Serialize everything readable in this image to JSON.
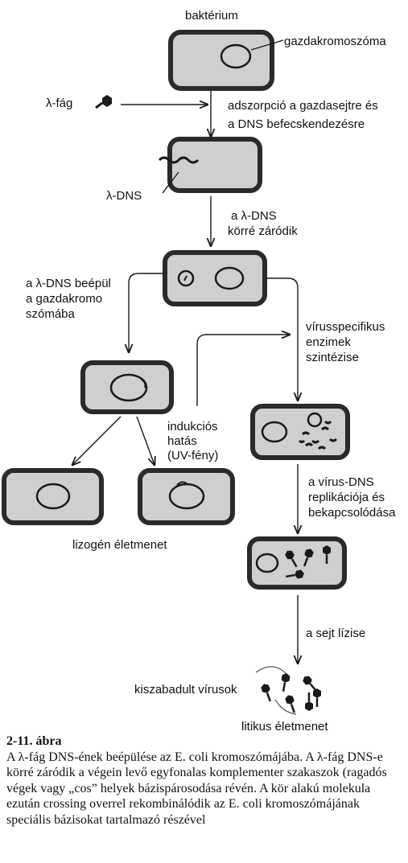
{
  "labels": {
    "bacterium": "baktérium",
    "host_chromosome": "gazdakromoszóma",
    "lambda_phage": "λ-fág",
    "adsorption_line1": "adszorpció a gazdasejtre és",
    "adsorption_line2": "a DNS befecskendezésre",
    "lambda_dna": "λ-DNS",
    "circularizes_line1": "a λ-DNS",
    "circularizes_line2": "körré záródik",
    "integrates_line1": "a λ-DNS beépül",
    "integrates_line2": "a gazdakromo",
    "integrates_line3": "szómába",
    "enzymes_line1": "vírusspecifikus",
    "enzymes_line2": "enzimek",
    "enzymes_line3": "szintézise",
    "induction_line1": "indukciós",
    "induction_line2": "hatás",
    "induction_line3": "(UV-fény)",
    "replication_line1": "a vírus-DNS",
    "replication_line2": "replikációja és",
    "replication_line3": "bekapcsolódása",
    "lysogenic": "lizogén életmenet",
    "lysis": "a sejt lízise",
    "released_viruses": "kiszabadult vírusok",
    "lytic": "litikus életmenet"
  },
  "caption": {
    "number": "2-11. ábra",
    "text": "A λ-fág DNS-ének beépülése az E. coli kromoszómájába. A λ-fág DNS-e körré záródik a végein levő egyfonalas komplementer szakaszok (ragadós végek vagy „cos” helyek bázispárosodása révén. A kör alakú molekula ezután crossing overrel rekombinálódik az E. coli kromoszómájának speciális bázisokat tartalmazó részével"
  }
}
